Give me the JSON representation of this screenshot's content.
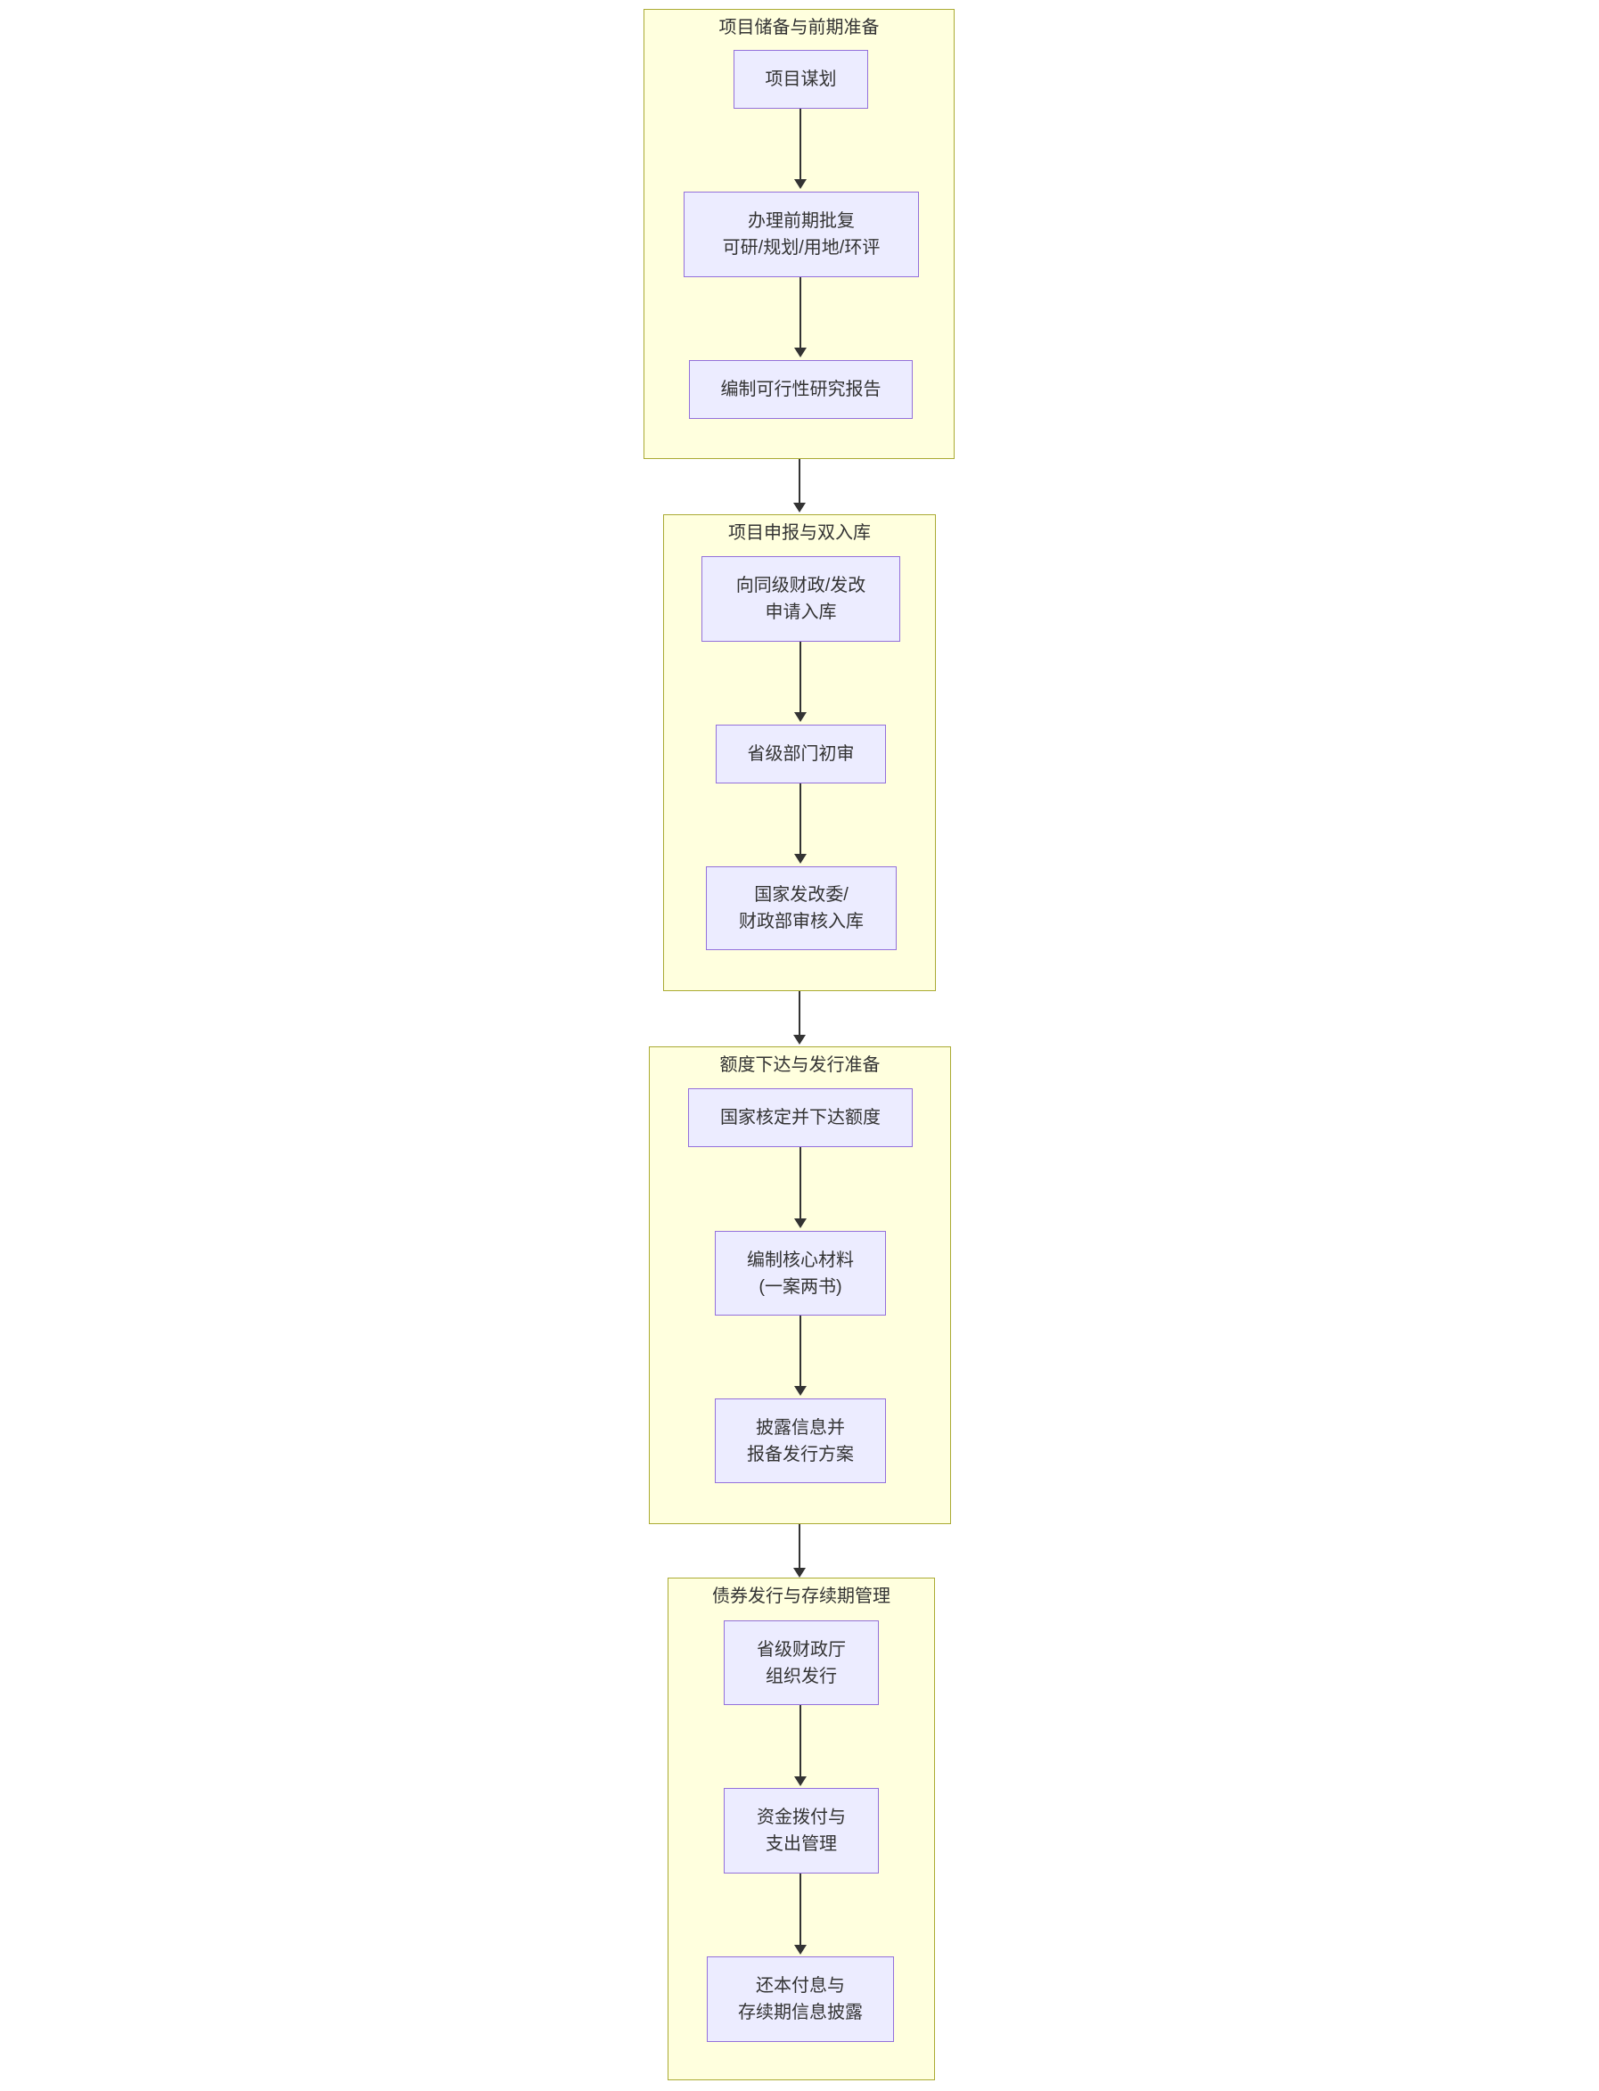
{
  "diagram": {
    "type": "flowchart-top-down",
    "colors": {
      "section_fill": "#ffffde",
      "section_border": "#aaaa33",
      "node_fill": "#ececff",
      "node_border": "#9370db",
      "arrow_color": "#333333",
      "text_color": "#333333",
      "page_background": "#ffffff"
    },
    "sections": [
      {
        "title": "项目储备与前期准备",
        "nodes": [
          {
            "lines": [
              "项目谋划"
            ]
          },
          {
            "lines": [
              "办理前期批复",
              "可研/规划/用地/环评"
            ]
          },
          {
            "lines": [
              "编制可行性研究报告"
            ]
          }
        ]
      },
      {
        "title": "项目申报与双入库",
        "nodes": [
          {
            "lines": [
              "向同级财政/发改",
              "申请入库"
            ]
          },
          {
            "lines": [
              "省级部门初审"
            ]
          },
          {
            "lines": [
              "国家发改委/",
              "财政部审核入库"
            ]
          }
        ]
      },
      {
        "title": "额度下达与发行准备",
        "nodes": [
          {
            "lines": [
              "国家核定并下达额度"
            ]
          },
          {
            "lines": [
              "编制核心材料",
              "(一案两书)"
            ]
          },
          {
            "lines": [
              "披露信息并",
              "报备发行方案"
            ]
          }
        ]
      },
      {
        "title": "债券发行与存续期管理",
        "nodes": [
          {
            "lines": [
              "省级财政厅",
              "组织发行"
            ]
          },
          {
            "lines": [
              "资金拨付与",
              "支出管理"
            ]
          },
          {
            "lines": [
              "还本付息与",
              "存续期信息披露"
            ]
          }
        ]
      }
    ]
  }
}
